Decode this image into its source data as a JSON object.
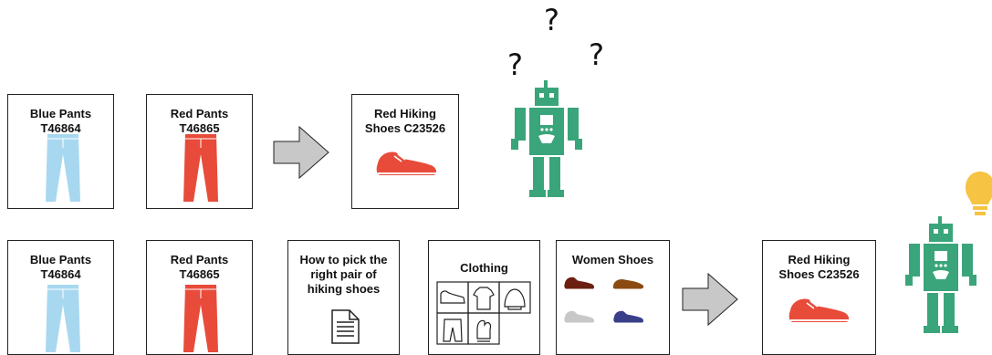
{
  "top_row": {
    "cards": [
      {
        "label": "Blue Pants T46864",
        "item": "blue-pants-icon",
        "color": "#a8d8f0"
      },
      {
        "label": "Red Pants T46865",
        "item": "red-pants-icon",
        "color": "#e84b3a"
      }
    ],
    "result": {
      "label": "Red Hiking Shoes C23526",
      "item": "red-shoe-icon",
      "color": "#e84b3a"
    },
    "robot": {
      "state": "confused",
      "color": "#3aa57a",
      "marks": [
        "?",
        "?",
        "?"
      ]
    }
  },
  "bottom_row": {
    "cards": [
      {
        "label": "Blue Pants T46864",
        "item": "blue-pants-icon",
        "color": "#a8d8f0"
      },
      {
        "label": "Red Pants T46865",
        "item": "red-pants-icon",
        "color": "#e84b3a"
      },
      {
        "label": "How to pick the right pair of hiking shoes",
        "item": "document-icon"
      },
      {
        "label": "Clothing",
        "item": "clothing-grid-icon"
      },
      {
        "label": "Women Shoes",
        "item": "shoe-collection-icon",
        "shoe_colors": [
          "#6b1f0f",
          "#8b4a10",
          "#c8c8c8",
          "#3a3f8a"
        ]
      }
    ],
    "result": {
      "label": "Red Hiking Shoes C23526",
      "item": "red-shoe-icon",
      "color": "#e84b3a"
    },
    "robot": {
      "state": "idea",
      "color": "#3aa57a",
      "bulb_color": "#f6c342"
    }
  },
  "arrow_color": "#c8c8c8"
}
